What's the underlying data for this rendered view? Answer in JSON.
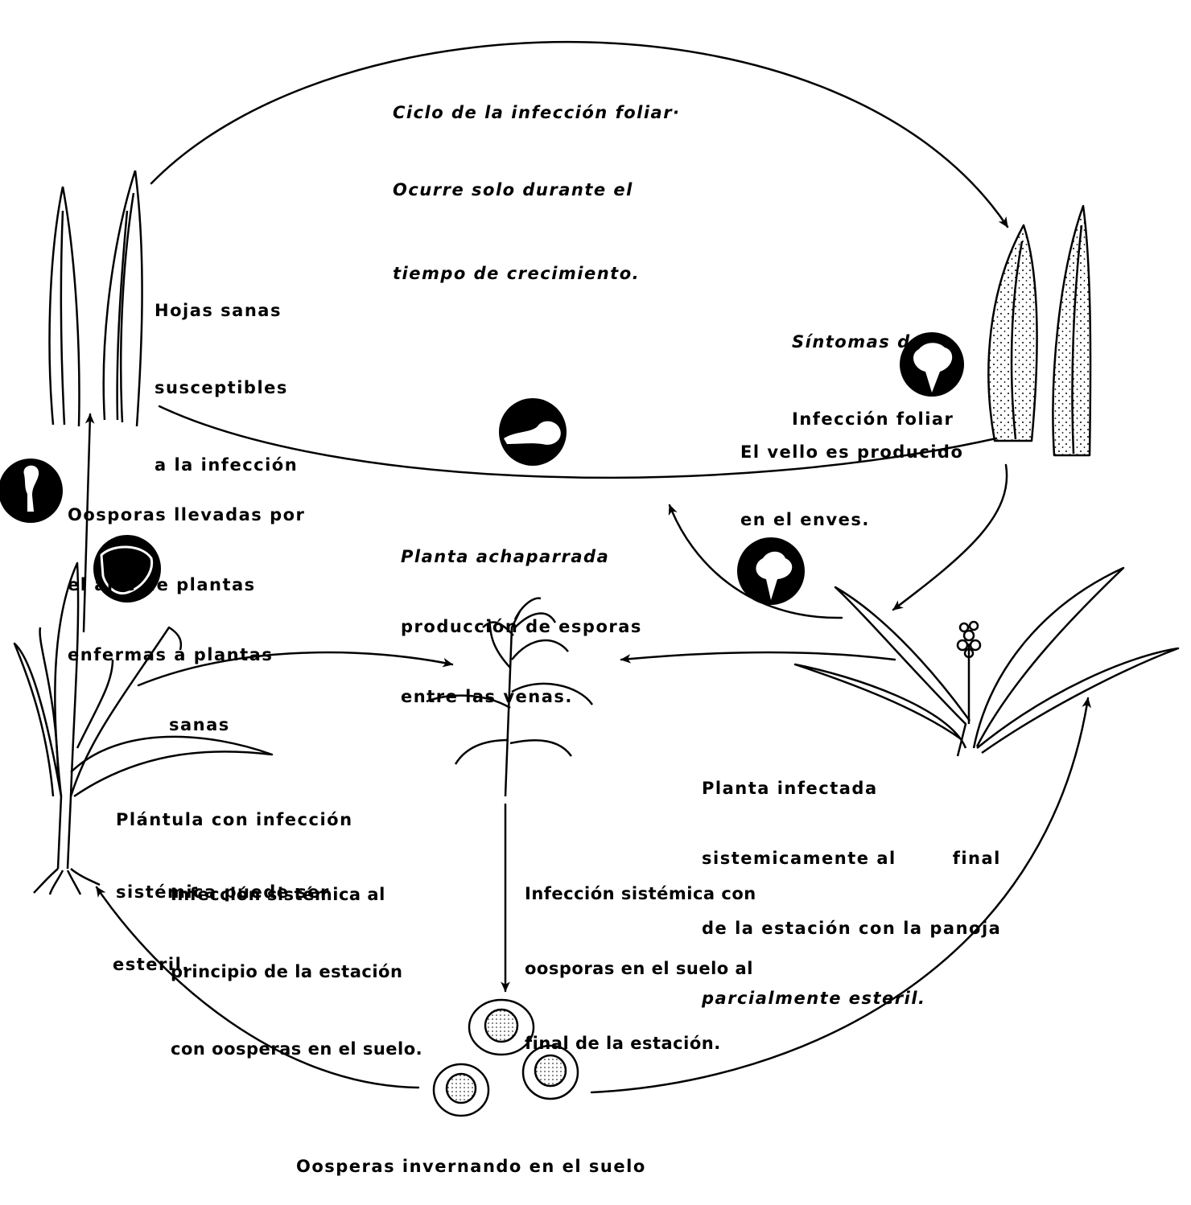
{
  "labels": {
    "foliar_cycle": [
      "Ciclo de la infección foliar·",
      "Ocurre solo durante el",
      "tiempo de crecimiento."
    ],
    "healthy_leaves": [
      "Hojas sanas",
      "susceptibles",
      "a la infección"
    ],
    "foliar_symptoms": [
      "Síntomas de",
      "Infección foliar"
    ],
    "down_produced": [
      "El vello es producido",
      "en el enves."
    ],
    "airborne_oospores": [
      "Oosporas llevadas por",
      "el aire de plantas",
      "enfermas a plantas",
      "sanas"
    ],
    "stunted_plant": [
      "Planta achaparrada",
      "producción de esporas",
      "entre las venas."
    ],
    "late_infected_plant": [
      "Planta infectada",
      "sistemicamente al",
      "final",
      "de la estación con la panoja",
      "parcialmente esteril."
    ],
    "seedling": [
      "Plántula con infección",
      "sistémica puede ser",
      "esteril."
    ],
    "early_infection": [
      "Infección sistémica al",
      "principio de la estación",
      "con oosperas en el suelo."
    ],
    "late_infection": [
      "Infección sistémica con",
      "oosporas en el suelo al",
      "final de la estación."
    ],
    "overwintering": [
      "Oosperas invernando en el suelo"
    ]
  },
  "colors": {
    "ink": "#000000",
    "paper": "#ffffff"
  }
}
